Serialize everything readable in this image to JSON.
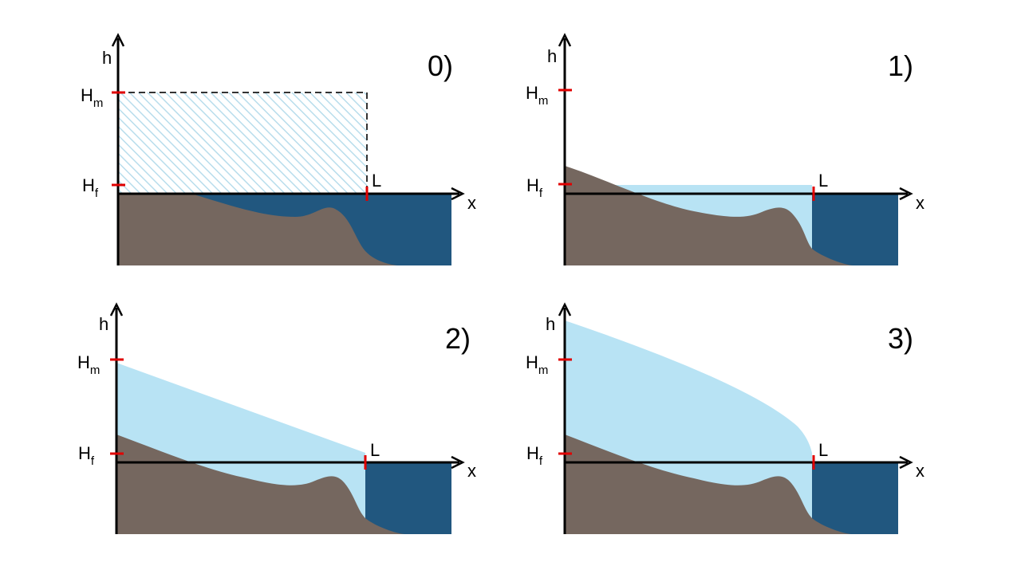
{
  "colors": {
    "sea": "#21577f",
    "water": "#b8e3f4",
    "hatch": "#b8ddec",
    "ground": "#75675f",
    "axis": "#000000",
    "tick": "#e00000",
    "dashed": "#333333"
  },
  "panels": [
    {
      "label": "0)",
      "h_label": "h",
      "x_label": "x",
      "hm_label": "H",
      "hm_sub": "m",
      "hf_label": "H",
      "hf_sub": "f",
      "l_label": "L",
      "water_state": "empty, hatched box up to Hm"
    },
    {
      "label": "1)",
      "h_label": "h",
      "x_label": "x",
      "hm_label": "H",
      "hm_sub": "m",
      "hf_label": "H",
      "hf_sub": "f",
      "l_label": "L",
      "water_state": "flat, at Hf"
    },
    {
      "label": "2)",
      "h_label": "h",
      "x_label": "x",
      "hm_label": "H",
      "hm_sub": "m",
      "hf_label": "H",
      "hf_sub": "f",
      "l_label": "L",
      "water_state": "linear, from Hm down to Hf"
    },
    {
      "label": "3)",
      "h_label": "h",
      "x_label": "x",
      "hm_label": "H",
      "hm_sub": "m",
      "hf_label": "H",
      "hf_sub": "f",
      "l_label": "L",
      "water_state": "convex curve, from above Hm down to Hf"
    }
  ]
}
